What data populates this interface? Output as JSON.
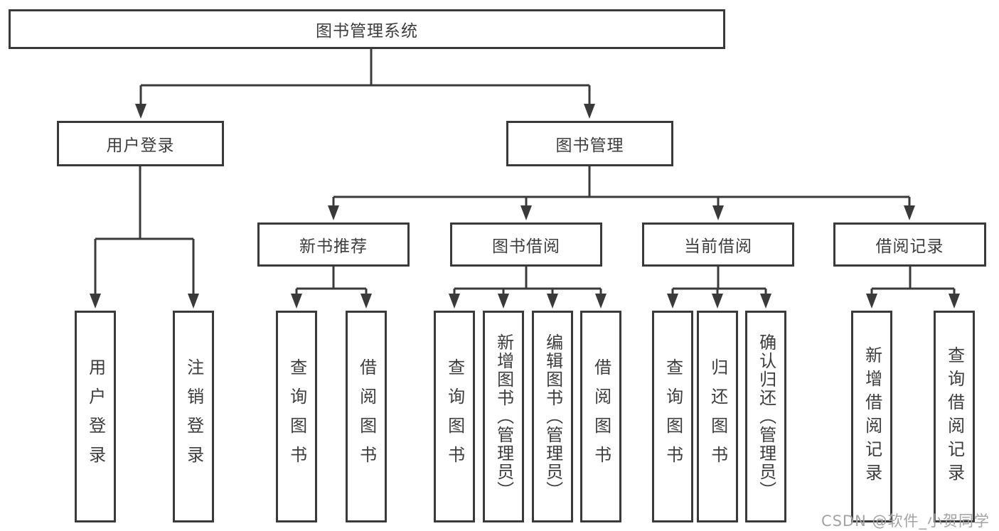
{
  "tree": {
    "root": {
      "label": "图书管理系统",
      "children": [
        {
          "label": "用户登录",
          "children": [
            {
              "label": "用户登录"
            },
            {
              "label": "注销登录"
            }
          ]
        },
        {
          "label": "图书管理",
          "children": [
            {
              "label": "新书推荐",
              "children": [
                {
                  "label": "查询图书"
                },
                {
                  "label": "借阅图书"
                }
              ]
            },
            {
              "label": "图书借阅",
              "children": [
                {
                  "label": "查询图书"
                },
                {
                  "label": "新增图书（管理员）"
                },
                {
                  "label": "编辑图书（管理员）"
                },
                {
                  "label": "借阅图书"
                }
              ]
            },
            {
              "label": "当前借阅",
              "children": [
                {
                  "label": "查询图书"
                },
                {
                  "label": "归还图书"
                },
                {
                  "label": "确认归还（管理员）"
                }
              ]
            },
            {
              "label": "借阅记录",
              "children": [
                {
                  "label": "新增借阅记录"
                },
                {
                  "label": "查询借阅记录"
                }
              ]
            }
          ]
        }
      ]
    }
  },
  "watermark": {
    "text": "CSDN @软件_小贺同学"
  },
  "colors": {
    "line": "#3a3a3a",
    "text": "#3d3d3d",
    "watermark": "#a3a3a3",
    "background": "#ffffff"
  }
}
